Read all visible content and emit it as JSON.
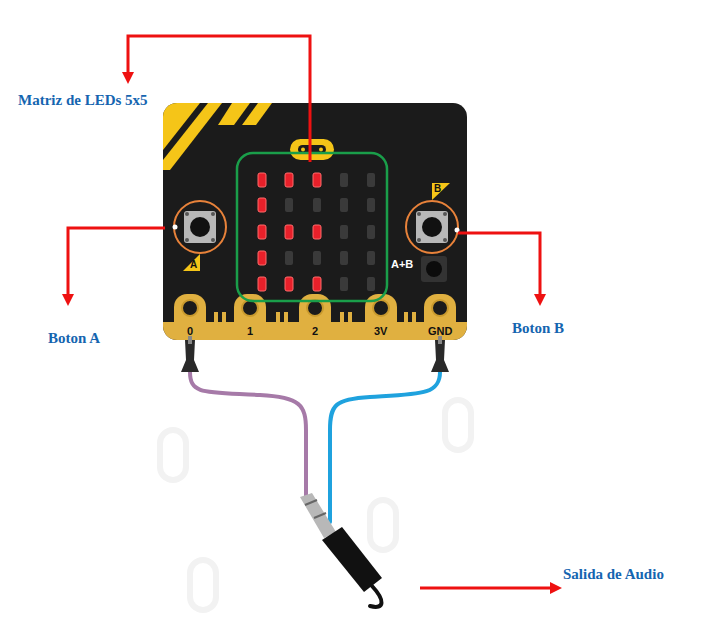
{
  "diagram": {
    "labels": [
      "Matriz de LEDs 5x5",
      "Boton A",
      "Boton B",
      "Salida de Audio",
      "A",
      "B",
      "A+B",
      "0",
      "1",
      "2",
      "3V",
      "GND"
    ]
  }
}
